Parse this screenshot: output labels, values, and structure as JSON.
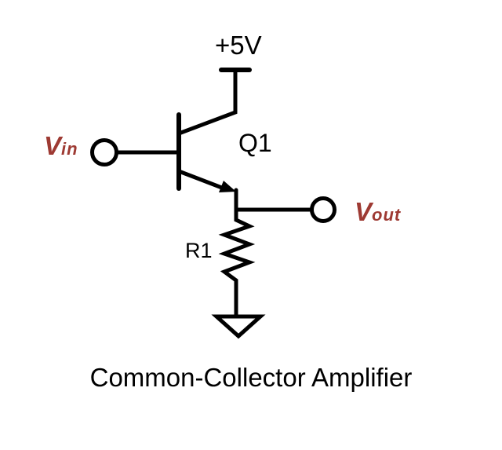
{
  "diagram": {
    "title": "Common-Collector Amplifier",
    "power_rail": {
      "label": "+5V"
    },
    "transistor": {
      "designator": "Q1",
      "type": "NPN"
    },
    "resistor": {
      "designator": "R1"
    },
    "input": {
      "label_main": "V",
      "label_sub": "in"
    },
    "output": {
      "label_main": "V",
      "label_sub": "out"
    }
  },
  "colors": {
    "wire": "#000000",
    "signal_label": "#9E3A33",
    "component_label": "#000000",
    "background": "#FFFFFF"
  }
}
